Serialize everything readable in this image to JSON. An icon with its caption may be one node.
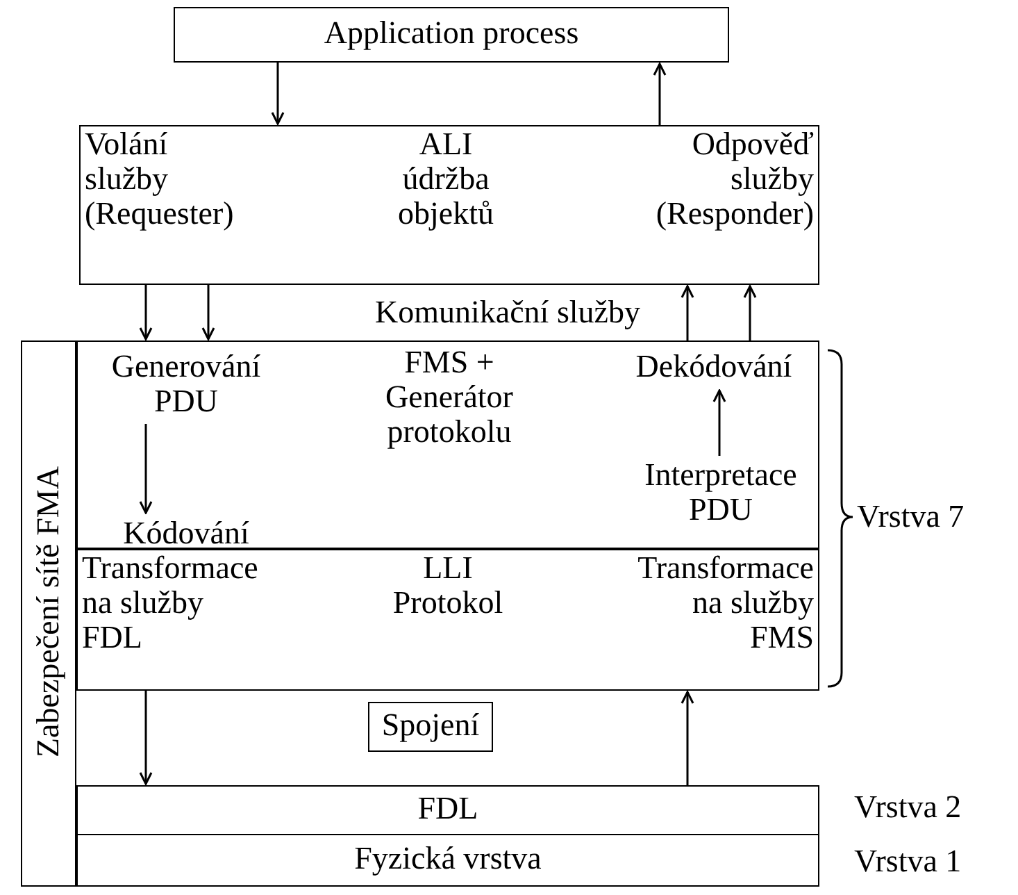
{
  "diagram": {
    "nodes": [
      {
        "text": [
          "Application process"
        ]
      },
      {
        "text": [
          "Volání služby (Requester)",
          "ALI údržba objektů",
          "Odpověď služby (Responder)"
        ]
      },
      {
        "text": [
          "FMS + Generátor protokolu"
        ]
      },
      {
        "text": [
          "Generování PDU"
        ],
        "in": 2
      },
      {
        "text": [
          "Dekódování"
        ],
        "in": 2
      },
      {
        "text": [
          "Interpretace PDU"
        ],
        "in": 2
      },
      {
        "text": [
          "Kódování"
        ],
        "in": 2
      },
      {
        "text": [
          "Transformace na služby FDL",
          "LLI Protokol",
          "Transformace na služby FMS"
        ]
      },
      {
        "text": [
          "Spojení"
        ]
      },
      {
        "text": [
          "FDL"
        ]
      },
      {
        "text": [
          "Fyzická vrstva"
        ]
      },
      {
        "text": [
          "Zabezpečení sítě FMA"
        ]
      }
    ],
    "edges": [
      {
        "from": 0,
        "to": 1,
        "arrow": "to"
      },
      {
        "from": 1,
        "to": 0,
        "arrow": "to"
      },
      {
        "from": 1,
        "to": 2,
        "arrow": "to"
      },
      {
        "from": 1,
        "to": 2,
        "arrow": "to"
      },
      {
        "from": 2,
        "to": 1,
        "arrow": "to"
      },
      {
        "from": 2,
        "to": 1,
        "arrow": "to"
      },
      {
        "from": 3,
        "to": 6,
        "arrow": "to"
      },
      {
        "from": 5,
        "to": 4,
        "arrow": "to"
      },
      {
        "from": 7,
        "to": 9,
        "arrow": "to"
      },
      {
        "from": 9,
        "to": 7,
        "arrow": "to"
      }
    ],
    "labels": [
      "Komunikační služby",
      "Vrstva 7",
      "Vrstva 2",
      "Vrstva 1"
    ]
  }
}
